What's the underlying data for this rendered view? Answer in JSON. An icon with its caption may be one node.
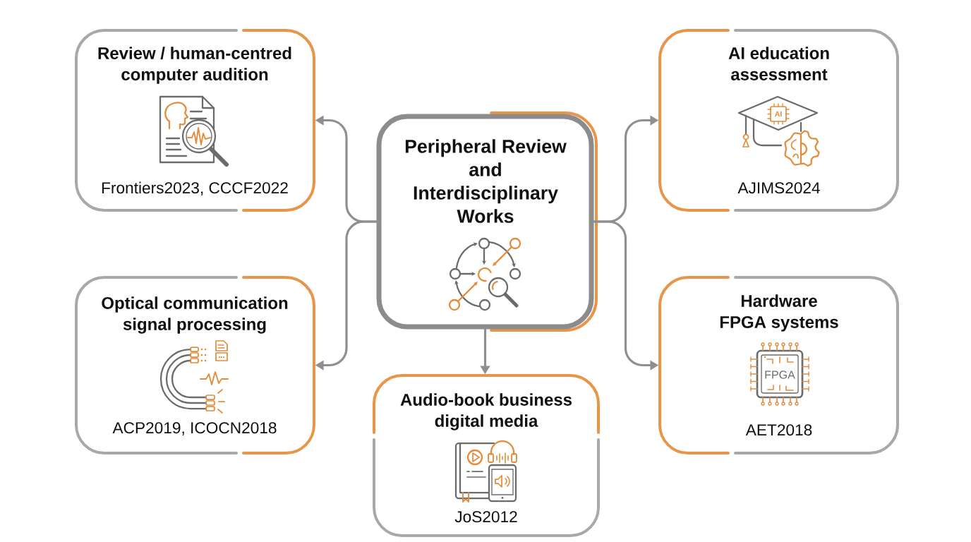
{
  "diagram": {
    "nodes": [
      {
        "text": [
          "Review / human-centred computer audition",
          "Frontiers2023, CCCF2022"
        ]
      },
      {
        "text": [
          "Peripheral Review and Interdisciplinary Works"
        ]
      },
      {
        "text": [
          "AI education assessment",
          "AJIMS2024"
        ]
      },
      {
        "text": [
          "Optical communication signal processing",
          "ACP2019, ICOCN2018"
        ]
      },
      {
        "text": [
          "Hardware FPGA systems",
          "AET2018"
        ]
      },
      {
        "text": [
          "Audio-book business digital media",
          "JoS2012"
        ]
      }
    ],
    "edges": [
      {
        "from": 1,
        "to": 0,
        "arrow": "to"
      },
      {
        "from": 1,
        "to": 3,
        "arrow": "to"
      },
      {
        "from": 1,
        "to": 2,
        "arrow": "to"
      },
      {
        "from": 1,
        "to": 4,
        "arrow": "to"
      },
      {
        "from": 1,
        "to": 5,
        "arrow": "to"
      }
    ],
    "labels": [
      "AI",
      "FPGA"
    ]
  }
}
